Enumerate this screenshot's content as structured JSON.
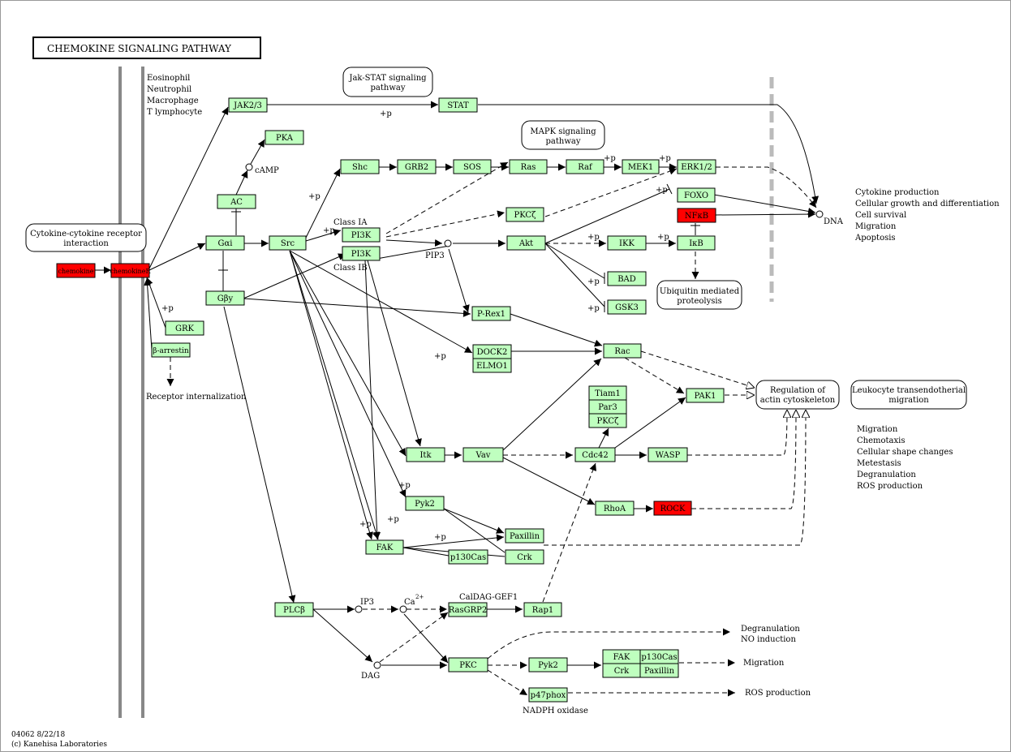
{
  "title": "CHEMOKINE SIGNALING PATHWAY",
  "footer": {
    "id_line": "04062 8/22/18",
    "copyright": "(c) Kanehisa Laboratories"
  },
  "cell_types": [
    "Eosinophil",
    "Neutrophil",
    "Macrophage",
    "T lymphocyte"
  ],
  "colors": {
    "gene": "#bfffbf",
    "highlight": "#ff0000",
    "membrane": "#888888",
    "nucleus": "#bbbbbb"
  },
  "pathway_links": {
    "cytokine": [
      "Cytokine-cytokine receptor",
      "interaction"
    ],
    "jakstat": [
      "Jak-STAT signaling",
      "pathway"
    ],
    "mapk": [
      "MAPK signaling",
      "pathway"
    ],
    "ubiquitin": [
      "Ubiquitin mediated",
      "proteolysis"
    ],
    "actin": [
      "Regulation of",
      "actin cytoskeleton"
    ],
    "leukocyte": [
      "Leukocyte transendotherial",
      "migration"
    ]
  },
  "nodes": {
    "chemokine": "chemokine",
    "chemokine_r": "chemokineR",
    "jak": "JAK2/3",
    "stat": "STAT",
    "pka": "PKA",
    "ac": "AC",
    "gai": "Gαi",
    "gby": "Gβy",
    "grk": "GRK",
    "barr": "β-arrestin",
    "src": "Src",
    "shc": "Shc",
    "grb2": "GRB2",
    "sos": "SOS",
    "ras": "Ras",
    "raf": "Raf",
    "mek1": "MEK1",
    "erk": "ERK1/2",
    "foxo": "FOXO",
    "nfkb": "NFκB",
    "pi3k_a": "PI3K",
    "pi3k_b": "PI3K",
    "pkcz": "PKCζ",
    "akt": "Akt",
    "ikk": "IKK",
    "ikb": "IκB",
    "bad": "BAD",
    "gsk3": "GSK3",
    "prex1": "P-Rex1",
    "dock2": "DOCK2",
    "elmo1": "ELMO1",
    "rac": "Rac",
    "tiam1": "Tiam1",
    "par3": "Par3",
    "pkcz2": "PKCζ",
    "pak1": "PAK1",
    "itk": "Itk",
    "vav": "Vav",
    "cdc42": "Cdc42",
    "wasp": "WASP",
    "rhoa": "RhoA",
    "rock": "ROCK",
    "pyk2": "Pyk2",
    "paxillin": "Paxillin",
    "fak": "FAK",
    "p130cas": "p130Cas",
    "crk": "Crk",
    "plcb": "PLCβ",
    "rasgrp2": "RasGRP2",
    "rap1": "Rap1",
    "pkc": "PKC",
    "pyk2b": "Pyk2",
    "fak2": "FAK",
    "p130cas2": "p130Cas",
    "crk2": "Crk",
    "paxillin2": "Paxillin",
    "p47phox": "p47phox"
  },
  "compound_labels": {
    "camp": "cAMP",
    "pip3": "PIP3",
    "ip3": "IP3",
    "ca": "Ca",
    "ca_sup": "2+",
    "dag": "DAG",
    "dna": "DNA"
  },
  "labels": {
    "class_ia": "Class IA",
    "class_ib": "Class IB",
    "caldag": "CalDAG-GEF1",
    "nadph": "NADPH oxidase",
    "receptor_int": "Receptor internalization",
    "plus_p": "+p"
  },
  "outcomes": {
    "dna": [
      "Cytokine production",
      "Cellular growth and differentiation",
      "Cell survival",
      "Migration",
      "Apoptosis"
    ],
    "actin": [
      "Migration",
      "Chemotaxis",
      "Cellular shape changes",
      "Metestasis",
      "Degranulation",
      "ROS production"
    ],
    "pkc_degran": [
      "Degranulation",
      "NO induction"
    ],
    "fak_migration": "Migration",
    "ros": "ROS production"
  }
}
